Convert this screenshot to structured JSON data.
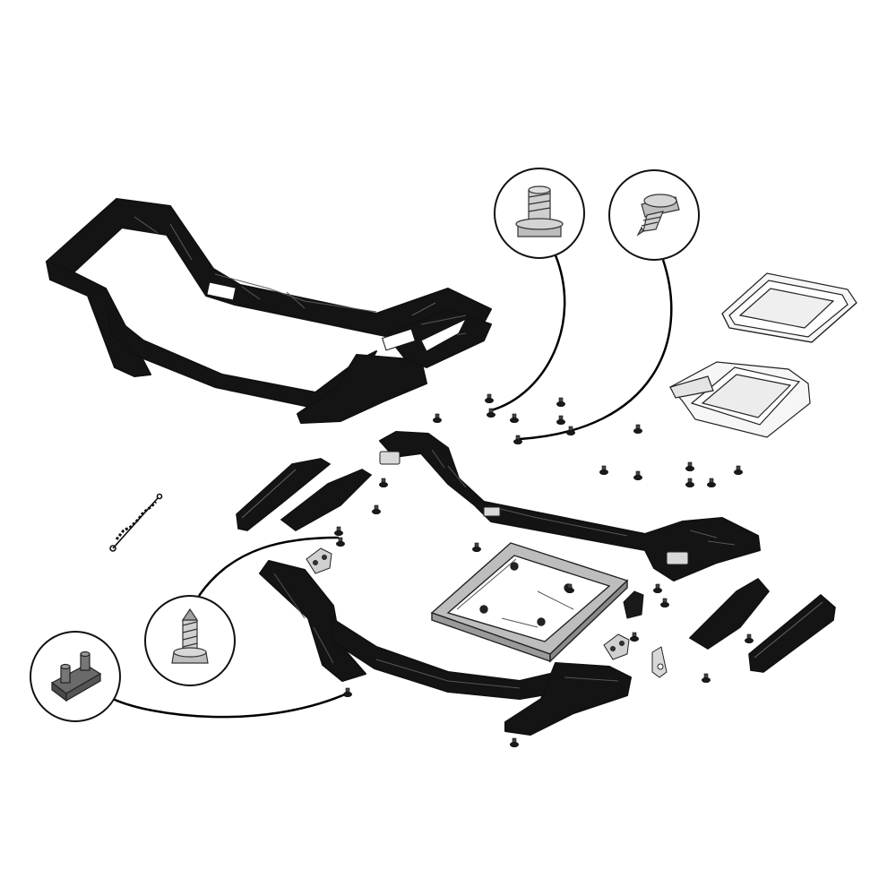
{
  "diagram": {
    "type": "exploded-assembly-view",
    "colors": {
      "background": "#ffffff",
      "frame": "#141414",
      "frame_detail": "#4a4a4a",
      "outline": "#111111",
      "tray_fill": "#f4f4f4",
      "callout_fill": "#ffffff",
      "hardware_fill": "#bfbfbf",
      "leader": "#000000"
    },
    "parts": [
      "assembled-frame",
      "upper-crossbar",
      "lower-base-frame",
      "left-front-cover",
      "left-rear-cover",
      "right-front-cover",
      "right-rear-cover",
      "grease-tray",
      "drip-pan",
      "tray-bracket-frame",
      "hinge-bracket-left",
      "hinge-bracket-right",
      "latch-bracket",
      "clip-bracket",
      "lighter-wand",
      "hex-flange-bolt",
      "self-tapping-screw",
      "rubber-foot"
    ],
    "callouts": [
      {
        "id": "hex-flange-bolt",
        "icon": "hex-flange-bolt-icon"
      },
      {
        "id": "tapping-screw",
        "icon": "tapping-screw-icon"
      },
      {
        "id": "self-drilling-screw",
        "icon": "self-drilling-screw-icon"
      },
      {
        "id": "rubber-foot",
        "icon": "rubber-foot-icon"
      }
    ]
  }
}
